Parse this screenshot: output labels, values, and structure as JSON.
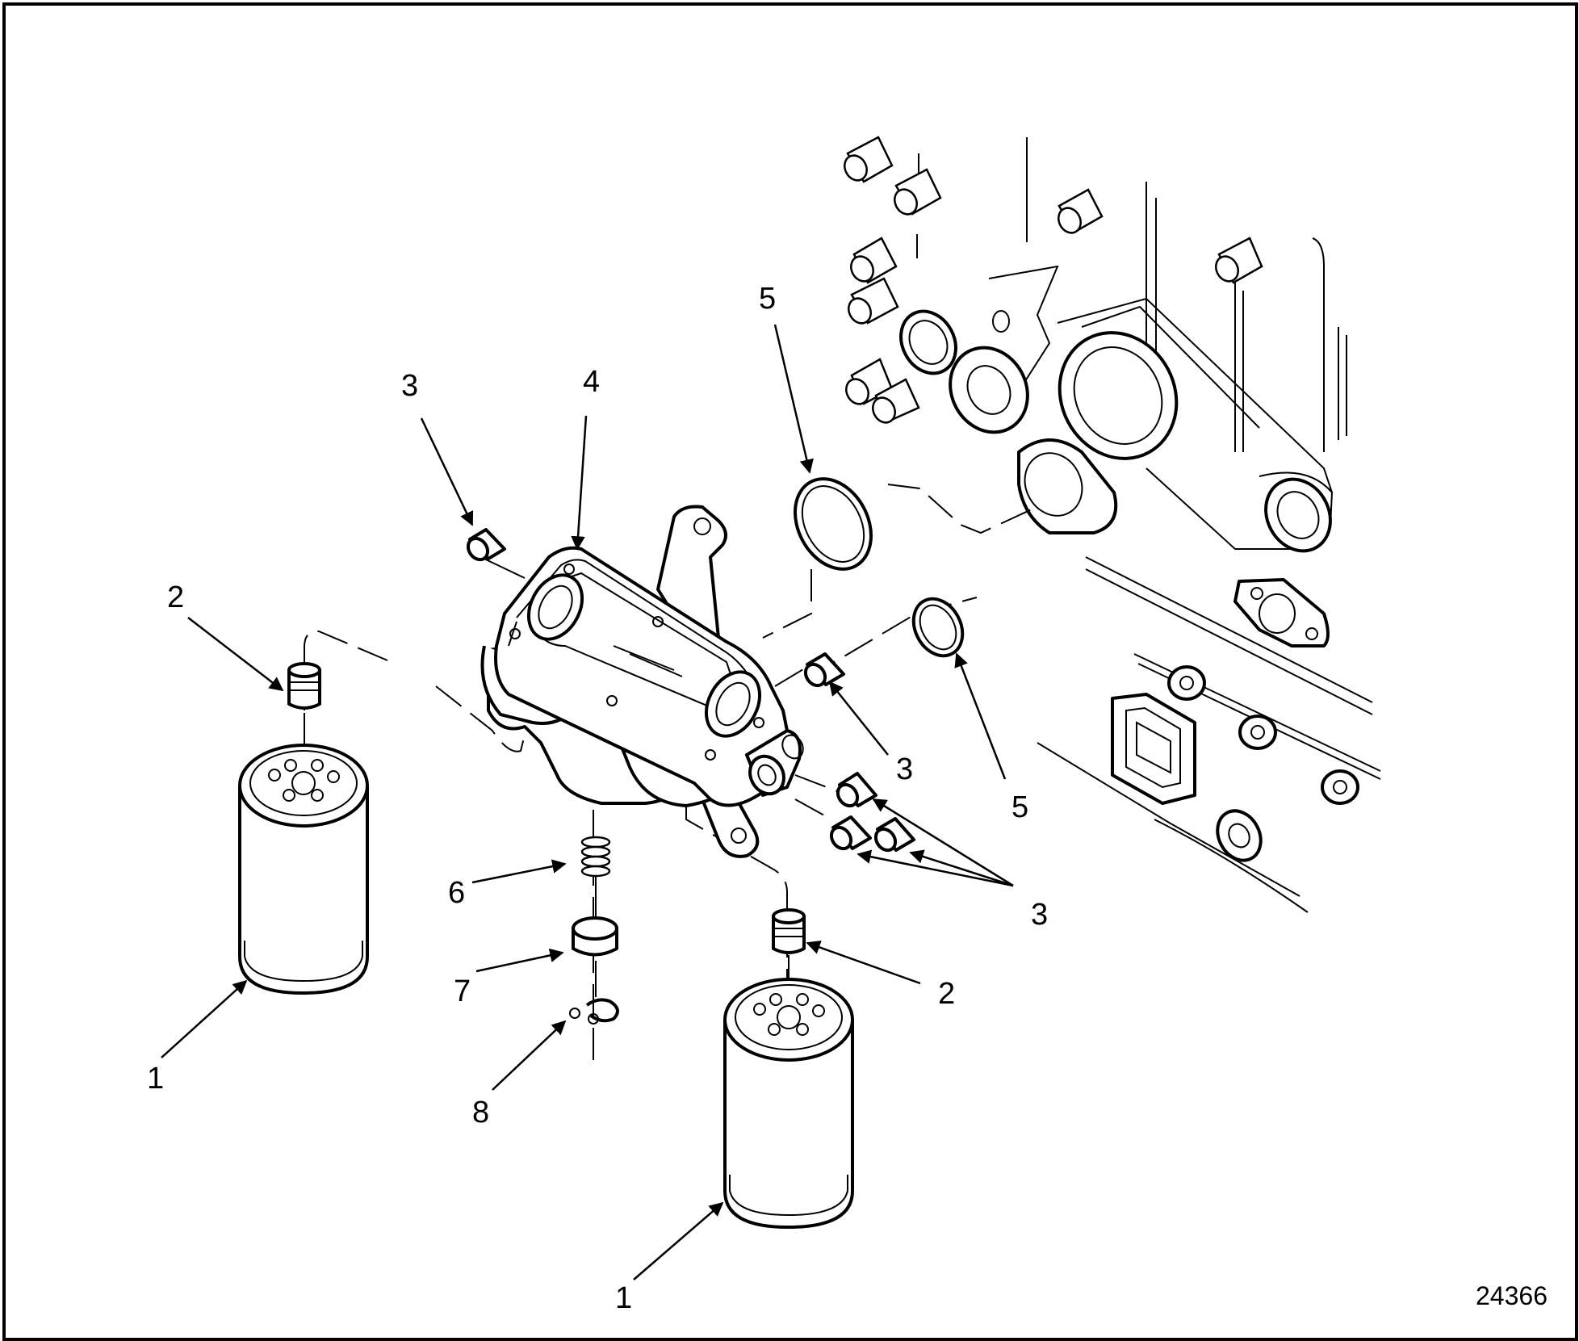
{
  "figure": {
    "number": "24366",
    "callouts": [
      {
        "id": "c1a",
        "text": "1"
      },
      {
        "id": "c1b",
        "text": "1"
      },
      {
        "id": "c2a",
        "text": "2"
      },
      {
        "id": "c2b",
        "text": "2"
      },
      {
        "id": "c3a",
        "text": "3"
      },
      {
        "id": "c3b",
        "text": "3"
      },
      {
        "id": "c3c",
        "text": "3"
      },
      {
        "id": "c4",
        "text": "4"
      },
      {
        "id": "c5a",
        "text": "5"
      },
      {
        "id": "c5b",
        "text": "5"
      },
      {
        "id": "c6",
        "text": "6"
      },
      {
        "id": "c7",
        "text": "7"
      },
      {
        "id": "c8",
        "text": "8"
      }
    ]
  }
}
